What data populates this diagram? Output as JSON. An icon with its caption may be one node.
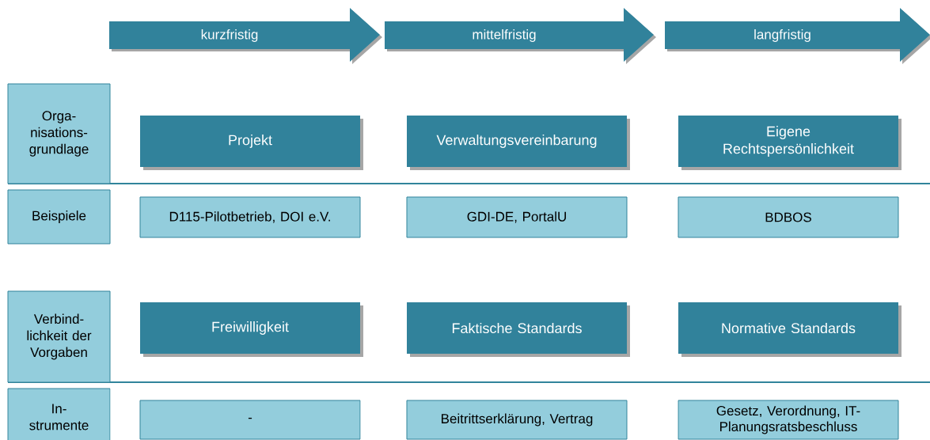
{
  "diagram": {
    "nodes": [
      {
        "text": [
          "kurzfristig"
        ]
      },
      {
        "text": [
          "mittelfristig"
        ]
      },
      {
        "text": [
          "langfristig"
        ]
      },
      {
        "text": [
          "Orga- nisations- grundlage"
        ]
      },
      {
        "text": [
          "Projekt"
        ]
      },
      {
        "text": [
          "Verwaltungsvereinbarung"
        ]
      },
      {
        "text": [
          "Eigene Rechtspersönlichkeit"
        ]
      },
      {
        "text": [
          "Beispiele"
        ]
      },
      {
        "text": [
          "D115-Pilotbetrieb, DOI e.V."
        ]
      },
      {
        "text": [
          "GDI-DE, PortalU"
        ]
      },
      {
        "text": [
          "BDBOS"
        ]
      },
      {
        "text": [
          "Verbind- lichkeit der Vorgaben"
        ]
      },
      {
        "text": [
          "Freiwilligkeit"
        ]
      },
      {
        "text": [
          "Faktische Standards"
        ]
      },
      {
        "text": [
          "Normative Standards"
        ]
      },
      {
        "text": [
          "In- strumente"
        ]
      },
      {
        "text": [
          "-"
        ]
      },
      {
        "text": [
          "Beitrittserklärung, Vertrag"
        ]
      },
      {
        "text": [
          "Gesetz, Verordnung, IT-Planungsratsbeschluss"
        ]
      }
    ]
  }
}
